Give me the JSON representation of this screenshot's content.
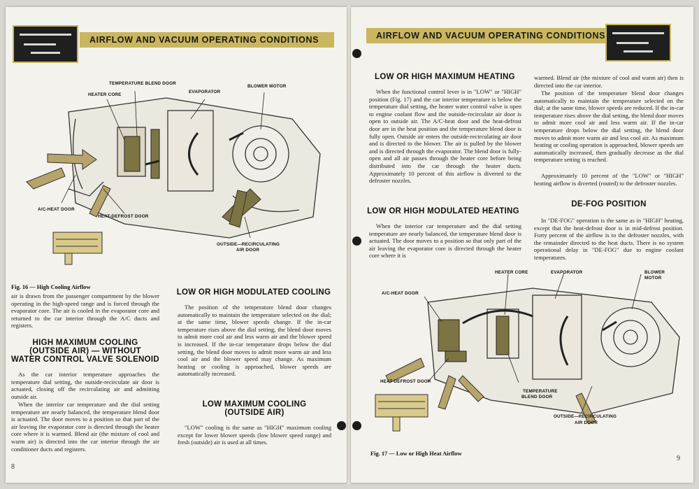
{
  "left_page": {
    "banner": "AIRFLOW AND VACUUM OPERATING CONDITIONS",
    "diagram_labels": {
      "heater_core": "HEATER CORE",
      "temperature_blend_door": "TEMPERATURE BLEND DOOR",
      "evaporator": "EVAPORATOR",
      "blower_motor": "BLOWER MOTOR",
      "ac_heat_door": "A/C-HEAT DOOR",
      "heat_defrost_door": "HEAT-DEFROST DOOR",
      "outside_recirculating": "OUTSIDE—RECIRCULATING",
      "air_door": "AIR DOOR"
    },
    "figure_caption": "Fig. 16 — High Cooling Airflow",
    "intro_paragraph": "air is drawn from the passenger compartment by the blower operating in the high-speed range and is forced through the evaporator core. The air is cooled in the evaporator core and returned to the car interior through the A/C ducts and registers.",
    "section_high_max_cooling": {
      "title_lines": [
        "HIGH MAXIMUM COOLING",
        "(OUTSIDE AIR) — WITHOUT",
        "WATER CONTROL VALVE SOLENOID"
      ],
      "paragraph_1": "As the car interior temperature approaches the temperature dial setting, the outside-recirculate air door is actuated, closing off the recirculating air and admitting outside air.",
      "paragraph_2": "When the interior car temperature and the dial setting temperature are nearly balanced, the temperature blend door is actuated. The door moves to a position so that part of the air leaving the evaporator core is directed through the heater core where it is warmed. Blend air (the mixture of cool and warm air) is directed into the car interior through the air conditioner ducts and registers."
    },
    "section_modulated_cooling": {
      "title": "LOW OR HIGH MODULATED COOLING",
      "paragraph": "The position of the temperature blend door changes automatically to maintain the temperature selected on the dial; at the same time, blower speeds change. If the in-car temperature rises above the dial setting, the blend door moves to admit more cool air and less warm air and the blower speed is increased. If the in-car temperature drops below the dial setting, the blend door moves to admit more warm air and less cool air and the blower speed may change. As maximum heating or cooling is approached, blower speeds are automatically increased."
    },
    "section_low_max_cooling": {
      "title_lines": [
        "LOW MAXIMUM COOLING",
        "(OUTSIDE AIR)"
      ],
      "paragraph": "\"LOW\" cooling is the same as \"HIGH\" maximum cooling except for lower blower speeds (low blower speed range) and fresh (outside) air is used at all times."
    },
    "page_number": "8"
  },
  "right_page": {
    "banner": "AIRFLOW AND VACUUM OPERATING CONDITIONS",
    "section_max_heating": {
      "title": "LOW OR HIGH MAXIMUM HEATING",
      "paragraph": "When the functional control lever is in \"LOW\" or \"HIGH\" position (Fig. 17) and the car interior temperature is below the temperature dial setting, the heater water control valve is open to engine coolant flow and the outside-recirculate air door is open to outside air. The A/C-heat door and the heat-defrost door are in the heat position and the temperature blend door is fully open. Outside air enters the outside-recirculating air door and is directed to the blower. The air is pulled by the blower and is directed through the evaporator. The blend door is fully-open and all air passes through the heater core before being distributed into the car through the heater ducts. Approximately 10 percent of this airflow is diverted to the defroster nozzles."
    },
    "section_modulated_heating": {
      "title": "LOW OR HIGH MODULATED HEATING",
      "paragraph": "When the interior car temperature and the dial setting temperature are nearly balanced, the temperature blend door is actuated. The door moves to a position so that only part of the air leaving the evaporator core is directed through the heater core where it is"
    },
    "col2_continued": "warmed. Blend air (the mixture of cool and warm air) then is directed into the car interior.",
    "col2_paragraph_2": "The position of the temperature blend door changes automatically to maintain the temperature selected on the dial; at the same time, blower speeds are reduced. If the in-car temperature rises above the dial setting, the blend door moves to admit more cool air and less warm air. If the in-car temperature drops below the dial setting, the blend door moves to admit more warm air and less cool air. As maximum heating or cooling operation is approached, blower speeds are automatically increased, then gradually decrease as the dial temperature setting is reached.",
    "col2_paragraph_3": "Approximately 10 percent of the \"LOW\" or \"HIGH\" heating airflow is diverted (routed) to the defroster nozzles.",
    "section_defog": {
      "title": "DE-FOG POSITION",
      "paragraph": "In \"DE-FOG\" operation is the same as in \"HIGH\" heating, except that the heat-defrost door is in mid-defrost position. Forty percent of the airflow is to the defroster nozzles, with the remainder directed to the heat ducts. There is no system operational delay in \"DE-FOG\" due to engine coolant temperatures."
    },
    "diagram_labels": {
      "heater_core": "HEATER CORE",
      "evaporator": "EVAPORATOR",
      "blower": "BLOWER",
      "motor": "MOTOR",
      "ac_heat_door": "A/C-HEAT DOOR",
      "heat_defrost_door": "HEAT-DEFROST DOOR",
      "temperature": "TEMPERATURE",
      "blend_door": "BLEND DOOR",
      "outside_recirculating": "OUTSIDE—RECIRCULATING",
      "air_door": "AIR DOOR"
    },
    "figure_caption": "Fig. 17 — Low or High Heat Airflow",
    "page_number": "9"
  },
  "colors": {
    "banner": "#c9b65f",
    "paper": "#f4f2ec",
    "airflow_tan": "#b7a46a",
    "door_olive": "#7d7444"
  }
}
